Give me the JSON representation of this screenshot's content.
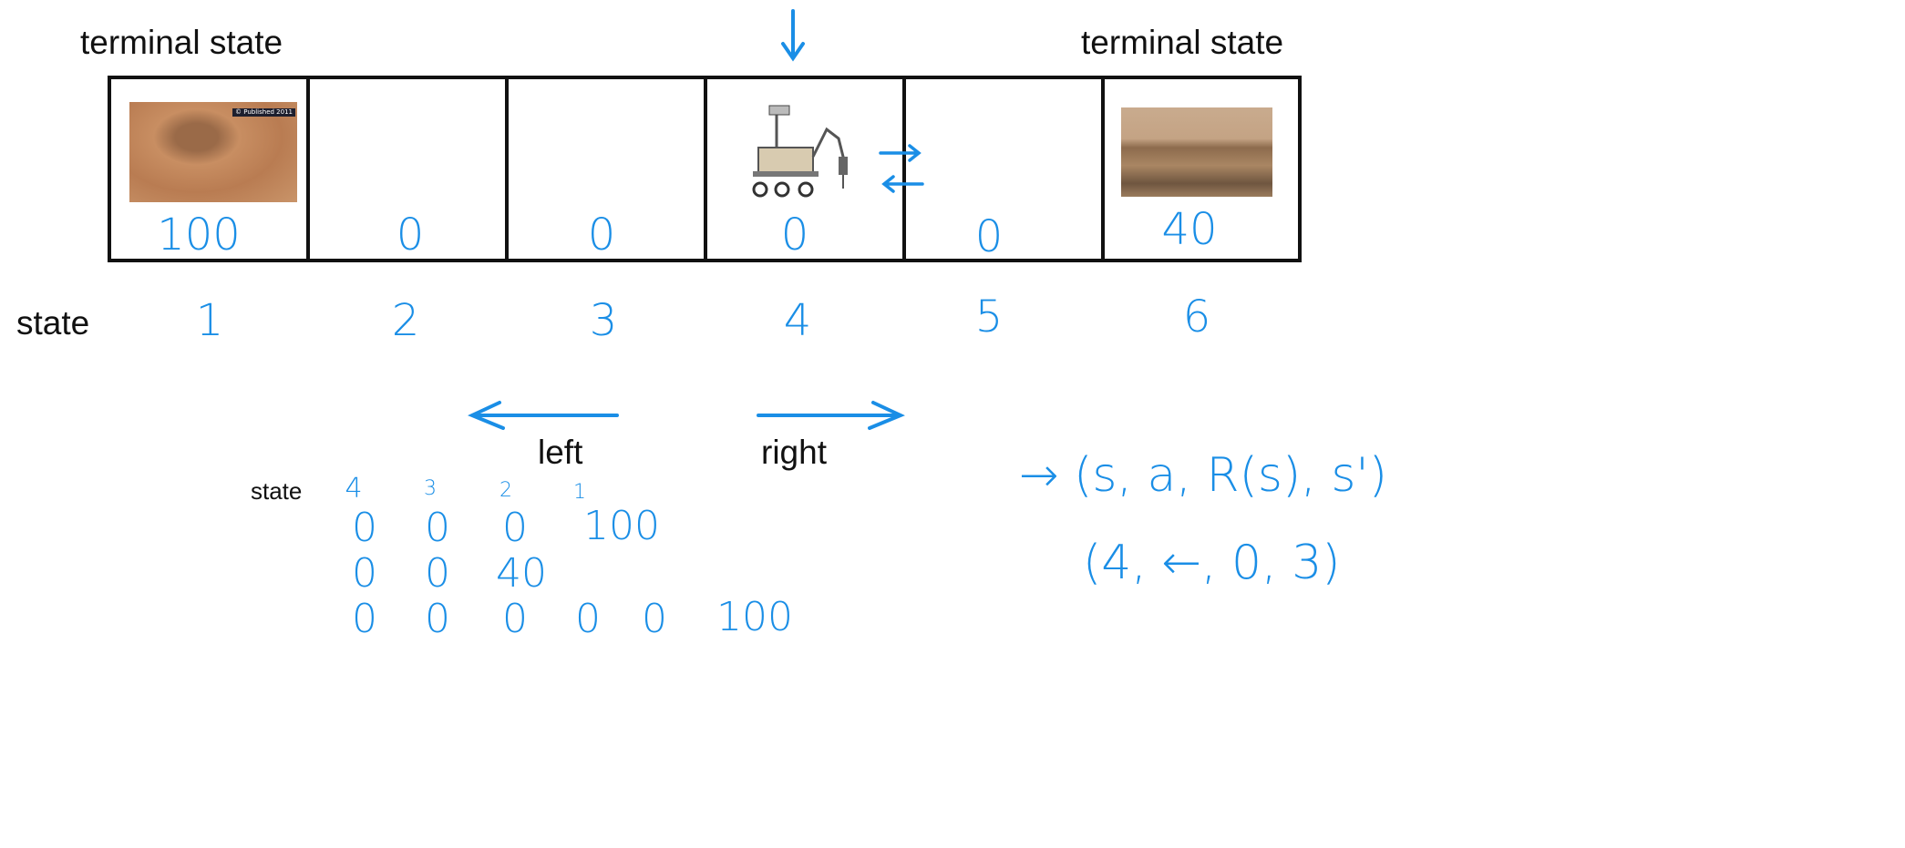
{
  "header": {
    "terminal_left": "terminal state",
    "terminal_right": "terminal state"
  },
  "states": [
    {
      "number": "1",
      "reward": "100"
    },
    {
      "number": "2",
      "reward": "0"
    },
    {
      "number": "3",
      "reward": "0"
    },
    {
      "number": "4",
      "reward": "0"
    },
    {
      "number": "5",
      "reward": "0"
    },
    {
      "number": "6",
      "reward": "40"
    }
  ],
  "state_label": "state",
  "actions": {
    "left": "left",
    "right": "right"
  },
  "sequence": {
    "label": "state",
    "header": [
      "4",
      "3",
      "2",
      "1"
    ],
    "rows": [
      [
        "0",
        "0",
        "0",
        "100"
      ],
      [
        "0",
        "0",
        "40"
      ],
      [
        "0",
        "0",
        "0",
        "0",
        "0",
        "100"
      ]
    ]
  },
  "tuple": {
    "general": "→ (s, a, R(s), s')",
    "example": "(4, ←, 0, 3)"
  },
  "colors": {
    "ink": "#1a8ee6",
    "border": "#111111"
  },
  "image_caption": "© Published 2011"
}
